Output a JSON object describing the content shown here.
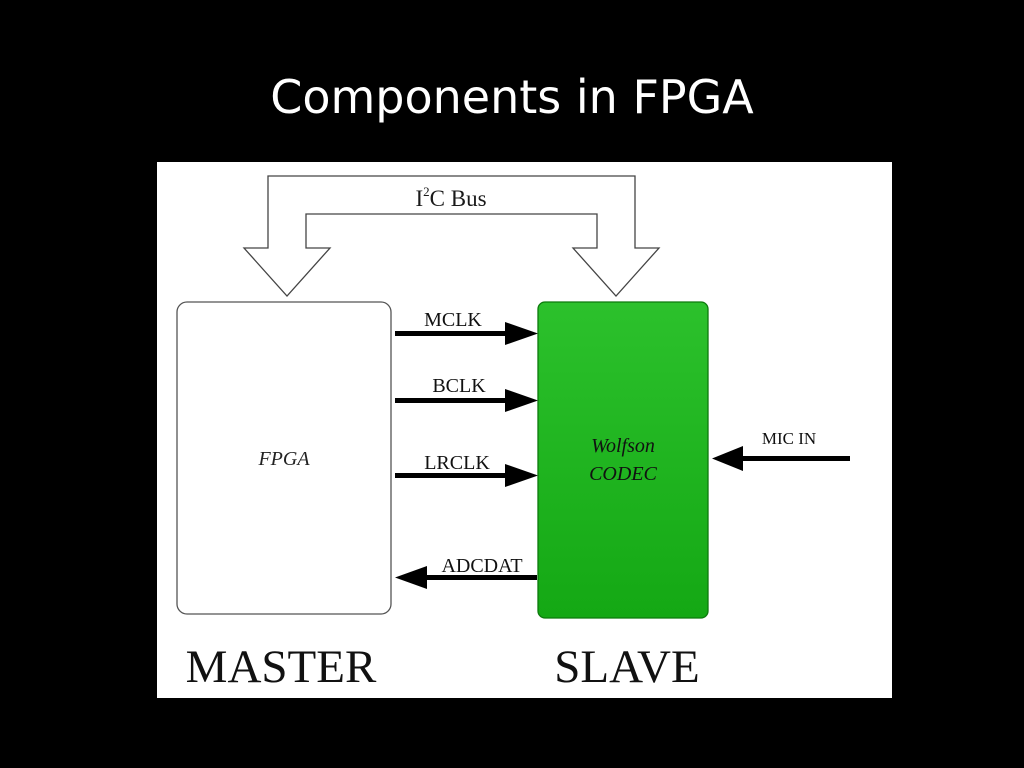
{
  "slide": {
    "title": "Components in FPGA"
  },
  "diagram": {
    "bus": {
      "label_prefix": "I",
      "label_superscript": "2",
      "label_suffix": "C Bus"
    },
    "master_box": {
      "label": "FPGA"
    },
    "slave_box": {
      "label_line1": "Wolfson",
      "label_line2": "CODEC",
      "fill_color": "#20b020"
    },
    "signals": [
      {
        "label": "MCLK",
        "direction": "master-to-slave"
      },
      {
        "label": "BCLK",
        "direction": "master-to-slave"
      },
      {
        "label": "LRCLK",
        "direction": "master-to-slave"
      },
      {
        "label": "ADCDAT",
        "direction": "slave-to-master"
      }
    ],
    "input": {
      "label": "MIC IN"
    },
    "roles": {
      "master": "MASTER",
      "slave": "SLAVE"
    }
  }
}
